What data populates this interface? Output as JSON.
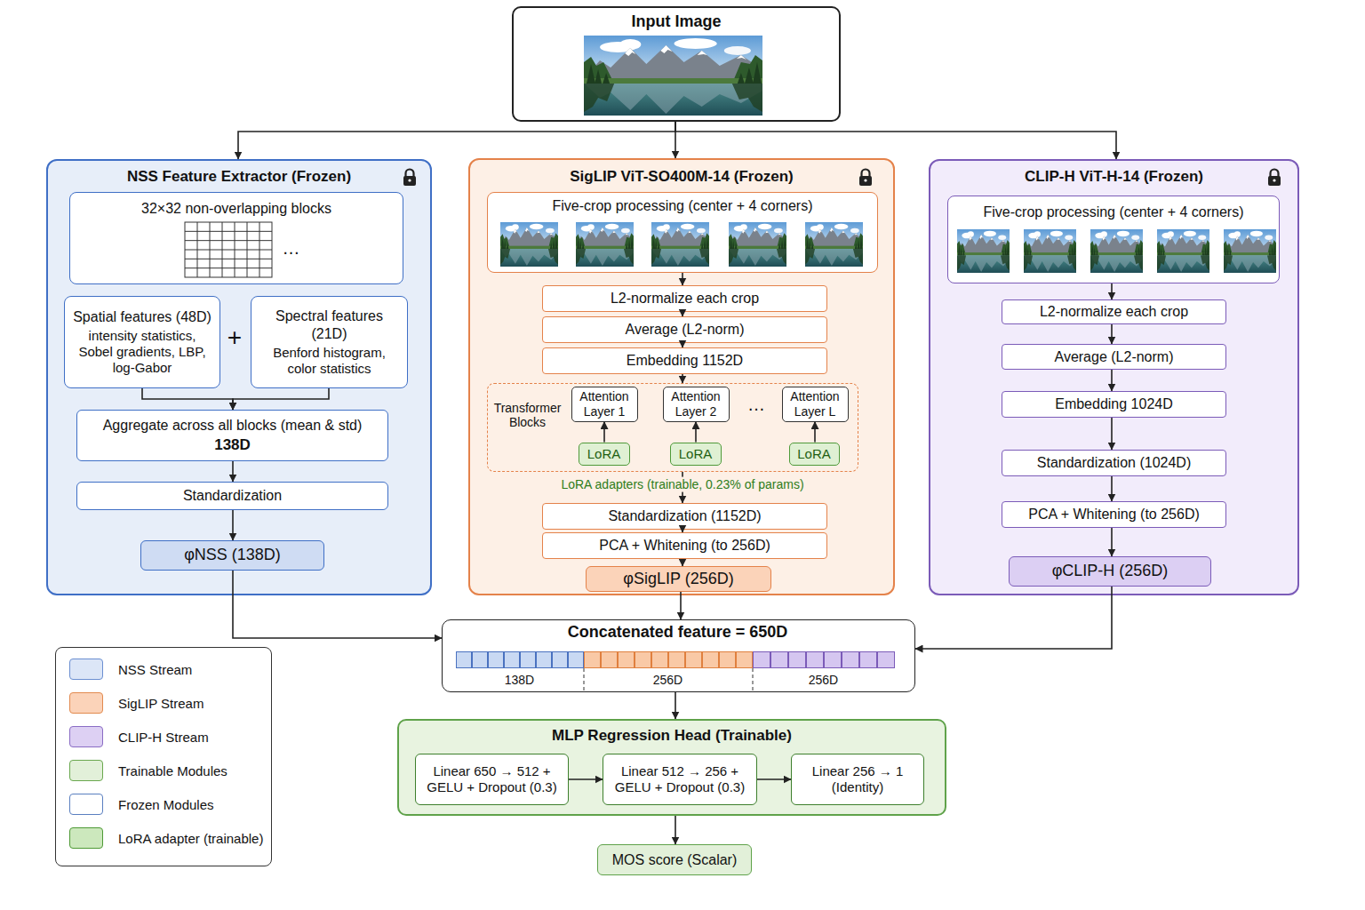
{
  "diagram": {
    "nodes": [
      {
        "text": [
          "Input Image"
        ]
      },
      {
        "text": [
          "NSS Feature Extractor (Frozen)"
        ]
      },
      {
        "text": [
          "32×32 non-overlapping blocks",
          "…"
        ],
        "in": 1
      },
      {
        "text": [
          "Spatial features (48D)",
          "intensity statistics, Sobel gradients, LBP, log-Gabor"
        ],
        "in": 1
      },
      {
        "text": [
          "Spectral features (21D)",
          "Benford histogram, color statistics"
        ],
        "in": 1
      },
      {
        "text": [
          "Aggregate across all blocks (mean & std)",
          "138D"
        ],
        "in": 1
      },
      {
        "text": [
          "Standardization"
        ],
        "in": 1
      },
      {
        "text": [
          "φNSS (138D)"
        ],
        "in": 1
      },
      {
        "text": [
          "SigLIP ViT-SO400M-14 (Frozen)"
        ]
      },
      {
        "text": [
          "Five-crop processing (center + 4 corners)"
        ],
        "in": 8
      },
      {
        "text": [
          "L2-normalize each crop"
        ],
        "in": 8
      },
      {
        "text": [
          "Average (L2-norm)"
        ],
        "in": 8
      },
      {
        "text": [
          "Embedding 1152D"
        ],
        "in": 8
      },
      {
        "text": [
          "Transformer Blocks"
        ],
        "in": 8
      },
      {
        "text": [
          "Attention Layer 1"
        ],
        "in": 13
      },
      {
        "text": [
          "Attention Layer 2"
        ],
        "in": 13
      },
      {
        "text": [
          "Attention Layer L"
        ],
        "in": 13
      },
      {
        "text": [
          "LoRA"
        ],
        "in": 13
      },
      {
        "text": [
          "LoRA"
        ],
        "in": 13
      },
      {
        "text": [
          "LoRA"
        ],
        "in": 13
      },
      {
        "text": [
          "Standardization (1152D)"
        ],
        "in": 8
      },
      {
        "text": [
          "PCA + Whitening (to 256D)"
        ],
        "in": 8
      },
      {
        "text": [
          "φSigLIP (256D)"
        ],
        "in": 8
      },
      {
        "text": [
          "CLIP-H ViT-H-14 (Frozen)"
        ]
      },
      {
        "text": [
          "Five-crop processing (center + 4 corners)"
        ],
        "in": 23
      },
      {
        "text": [
          "L2-normalize each crop"
        ],
        "in": 23
      },
      {
        "text": [
          "Average (L2-norm)"
        ],
        "in": 23
      },
      {
        "text": [
          "Embedding 1024D"
        ],
        "in": 23
      },
      {
        "text": [
          "Standardization (1024D)"
        ],
        "in": 23
      },
      {
        "text": [
          "PCA + Whitening (to 256D)"
        ],
        "in": 23
      },
      {
        "text": [
          "φCLIP-H (256D)"
        ],
        "in": 23
      },
      {
        "text": [
          "Concatenated feature = 650D",
          "138D",
          "256D",
          "256D"
        ]
      },
      {
        "text": [
          "MLP Regression Head (Trainable)"
        ]
      },
      {
        "text": [
          "Linear 650 → 512 + GELU + Dropout (0.3)"
        ],
        "in": 32
      },
      {
        "text": [
          "Linear 512 → 256 + GELU + Dropout (0.3)"
        ],
        "in": 32
      },
      {
        "text": [
          "Linear 256 → 1 (Identity)"
        ],
        "in": 32
      },
      {
        "text": [
          "MOS score (Scalar)"
        ]
      }
    ],
    "edges": [
      {
        "from": 0,
        "to": 1,
        "arrow": "to"
      },
      {
        "from": 0,
        "to": 8,
        "arrow": "to"
      },
      {
        "from": 0,
        "to": 23,
        "arrow": "to"
      },
      {
        "from": 3,
        "to": 5,
        "arrow": "to"
      },
      {
        "from": 4,
        "to": 5,
        "arrow": "to"
      },
      {
        "from": 5,
        "to": 6,
        "arrow": "to"
      },
      {
        "from": 6,
        "to": 7,
        "arrow": "to"
      },
      {
        "from": 7,
        "to": 31,
        "arrow": "to"
      },
      {
        "from": 9,
        "to": 10,
        "arrow": "to"
      },
      {
        "from": 10,
        "to": 11,
        "arrow": "to"
      },
      {
        "from": 11,
        "to": 12,
        "arrow": "to"
      },
      {
        "from": 12,
        "to": 13,
        "arrow": "to"
      },
      {
        "from": 13,
        "to": 20,
        "arrow": "to"
      },
      {
        "from": 20,
        "to": 21,
        "arrow": "to"
      },
      {
        "from": 21,
        "to": 22,
        "arrow": "to"
      },
      {
        "from": 22,
        "to": 31,
        "arrow": "to"
      },
      {
        "from": 17,
        "to": 14,
        "arrow": "to"
      },
      {
        "from": 18,
        "to": 15,
        "arrow": "to"
      },
      {
        "from": 19,
        "to": 16,
        "arrow": "to"
      },
      {
        "from": 24,
        "to": 25,
        "arrow": "to"
      },
      {
        "from": 25,
        "to": 26,
        "arrow": "to"
      },
      {
        "from": 26,
        "to": 27,
        "arrow": "to"
      },
      {
        "from": 27,
        "to": 28,
        "arrow": "to"
      },
      {
        "from": 28,
        "to": 29,
        "arrow": "to"
      },
      {
        "from": 29,
        "to": 30,
        "arrow": "to"
      },
      {
        "from": 30,
        "to": 31,
        "arrow": "to"
      },
      {
        "from": 31,
        "to": 32,
        "arrow": "to"
      },
      {
        "from": 32,
        "to": 36,
        "arrow": "to"
      },
      {
        "from": 33,
        "to": 34,
        "arrow": "to"
      },
      {
        "from": 34,
        "to": 35,
        "arrow": "to"
      }
    ],
    "labels": [
      "+",
      "…",
      "LoRA adapters (trainable, 0.23% of params)"
    ],
    "legend": [
      {
        "text": "NSS Stream",
        "color": "#dce6f7"
      },
      {
        "text": "SigLIP Stream",
        "color": "#fbd3b9"
      },
      {
        "text": "CLIP-H Stream",
        "color": "#ddd0f3"
      },
      {
        "text": "Trainable Modules",
        "color": "#e2f0d9"
      },
      {
        "text": "Frozen Modules",
        "color": "#ffffff"
      },
      {
        "text": "LoRA adapter (trainable)",
        "color": "#cce8bd"
      }
    ]
  }
}
